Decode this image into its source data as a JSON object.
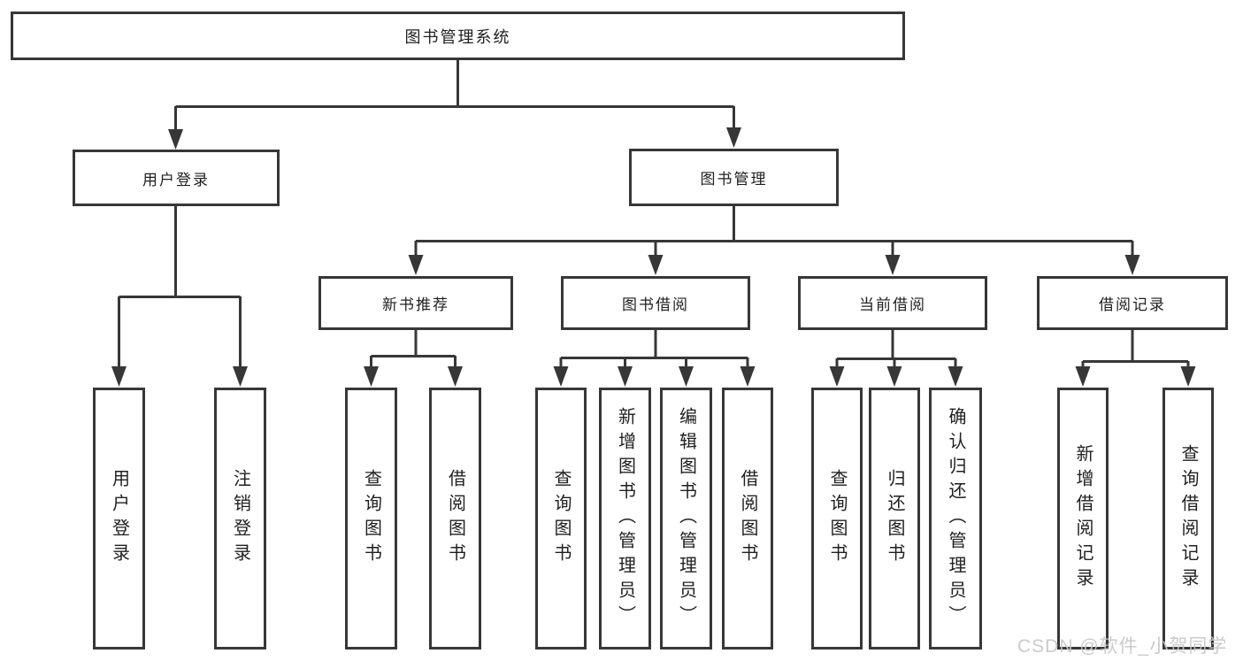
{
  "tree": {
    "root": {
      "label": "图书管理系统"
    },
    "branches": [
      {
        "label": "用户登录",
        "children": [
          {
            "label": "用户登录"
          },
          {
            "label": "注销登录"
          }
        ]
      },
      {
        "label": "图书管理",
        "children": [
          {
            "label": "新书推荐",
            "children": [
              {
                "label": "查询图书"
              },
              {
                "label": "借阅图书"
              }
            ]
          },
          {
            "label": "图书借阅",
            "children": [
              {
                "label": "查询图书"
              },
              {
                "label": "新增图书（管理员）"
              },
              {
                "label": "编辑图书（管理员）"
              },
              {
                "label": "借阅图书"
              }
            ]
          },
          {
            "label": "当前借阅",
            "children": [
              {
                "label": "查询图书"
              },
              {
                "label": "归还图书"
              },
              {
                "label": "确认归还（管理员）"
              }
            ]
          },
          {
            "label": "借阅记录",
            "children": [
              {
                "label": "新增借阅记录"
              },
              {
                "label": "查询借阅记录"
              }
            ]
          }
        ]
      }
    ]
  },
  "watermark": {
    "text": "CSDN @软件_小贺同学"
  },
  "colors": {
    "line": "#373737",
    "text": "#1f1f1f",
    "background": "#ffffff",
    "watermark": "#c7c7c7"
  }
}
